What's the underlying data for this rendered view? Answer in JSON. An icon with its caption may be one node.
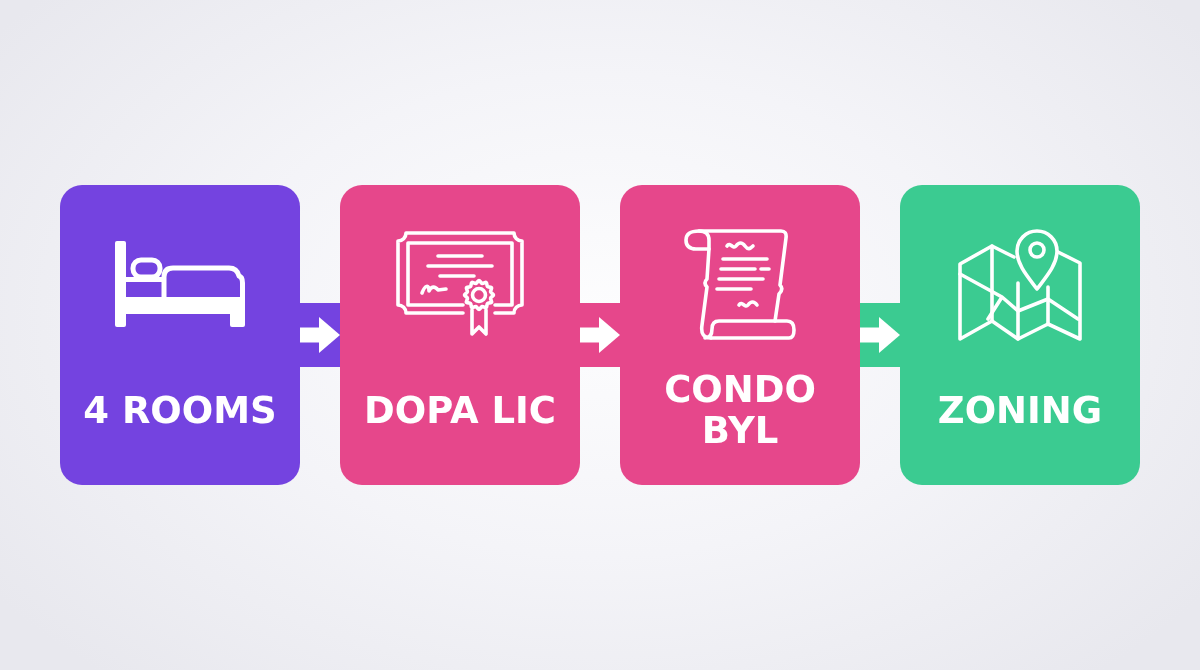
{
  "diagram": {
    "nodes": [
      {
        "text": [
          "4 ROOMS"
        ]
      },
      {
        "text": [
          "DOPA LIC"
        ]
      },
      {
        "text": [
          "CONDO BYL"
        ]
      },
      {
        "text": [
          "ZONING"
        ]
      }
    ],
    "edges": [
      {
        "from": 0,
        "to": 1,
        "arrow": "to"
      },
      {
        "from": 1,
        "to": 2,
        "arrow": "to"
      },
      {
        "from": 2,
        "to": 3,
        "arrow": "to"
      }
    ]
  }
}
